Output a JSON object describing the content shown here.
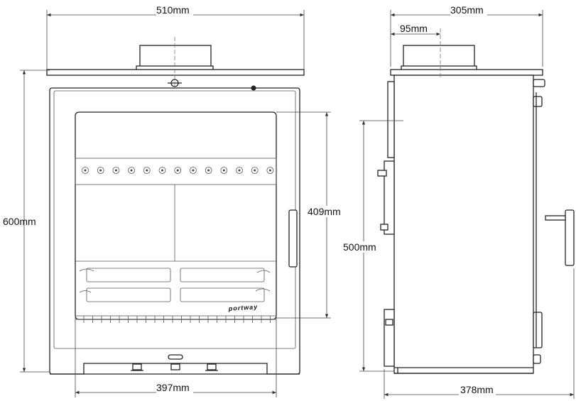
{
  "dimensions": {
    "front_width": "510mm",
    "side_depth": "305mm",
    "flue_offset": "95mm",
    "overall_height": "600mm",
    "glass_height": "409mm",
    "flue_center_height": "500mm",
    "base_width": "397mm",
    "overall_depth": "378mm"
  },
  "brand": "portway"
}
